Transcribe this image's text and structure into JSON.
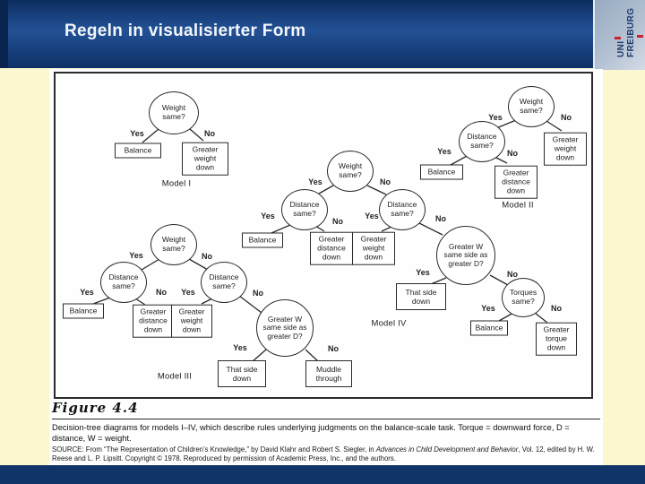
{
  "header": {
    "title": "Regeln in visualisierter Form"
  },
  "logo": {
    "line1": "UNI",
    "line2": "FREIBURG"
  },
  "figure": {
    "labels": {
      "yes": "Yes",
      "no": "No"
    },
    "nodes": {
      "weight_same": "Weight same?",
      "distance_same": "Distance same?",
      "torques_same": "Torques same?",
      "greater_w_same_side": "Greater W same side as greater D?",
      "balance": "Balance",
      "greater_weight_down": "Greater weight down",
      "greater_distance_down": "Greater distance down",
      "greater_torque_down": "Greater torque down",
      "that_side_down": "That side down",
      "muddle_through": "Muddle through"
    },
    "model_labels": {
      "model1": "Model I",
      "model2": "Model II",
      "model3": "Model III",
      "model4": "Model IV"
    }
  },
  "caption": {
    "figure_label": "Figure 4.4",
    "body": "Decision-tree diagrams for models I–IV, which describe rules underlying judgments on the balance-scale task. Torque = downward force, D = distance, W = weight.",
    "source_prefix": "SOURCE: From “The Representation of Children’s Knowledge,” by David Klahr and Robert S. Siegler, in ",
    "source_italic": "Advances in Child Development and Behavior",
    "source_suffix": ", Vol. 12, edited by H. W. Reese and L. P. Lipsitt. Copyright © 1978. Reproduced by permission of Academic Press, Inc., and the authors."
  }
}
